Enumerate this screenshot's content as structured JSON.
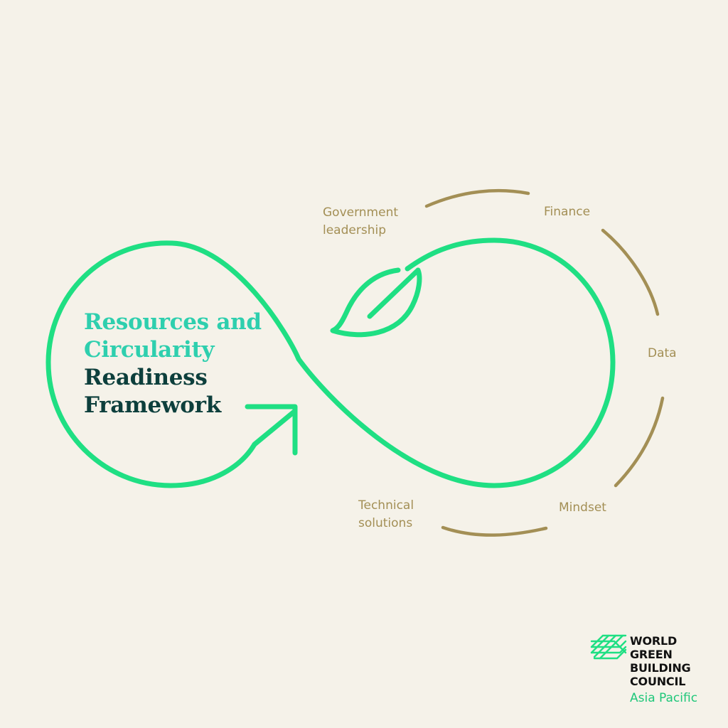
{
  "title": {
    "line1": "Resources and",
    "line2": "Circularity",
    "line3": "Readiness",
    "line4": "Framework"
  },
  "pillars": {
    "government": [
      "Government",
      "leadership"
    ],
    "finance": "Finance",
    "data": "Data",
    "mindset": "Mindset",
    "technical": [
      "Technical",
      "solutions"
    ]
  },
  "logo": {
    "line1": "WORLD",
    "line2": "GREEN",
    "line3": "BUILDING",
    "line4": "COUNCIL",
    "region": "Asia Pacific"
  },
  "colors": {
    "background": "#f5f2e9",
    "loop_green": "#1fdf83",
    "title_teal": "#2ecfae",
    "title_dark": "#0d3f3c",
    "label_gold": "#a38f55"
  },
  "icons": [
    "infinity-loop-icon",
    "arrow-icon",
    "leaf-icon",
    "cycle-arc-icon",
    "wgbc-logo-icon"
  ]
}
